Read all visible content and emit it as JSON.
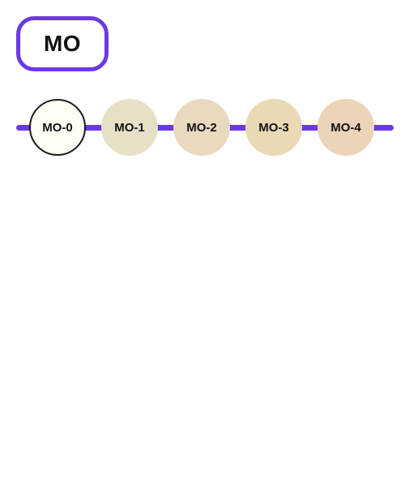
{
  "badge": {
    "label": "MO"
  },
  "colors": {
    "accent": "#6a39e6"
  },
  "steps": [
    {
      "label": "MO-0",
      "color": "#fefef4",
      "active": true
    },
    {
      "label": "MO-1",
      "color": "#e6e0c6",
      "active": false
    },
    {
      "label": "MO-2",
      "color": "#e9d9bf",
      "active": false
    },
    {
      "label": "MO-3",
      "color": "#e9dab5",
      "active": false
    },
    {
      "label": "MO-4",
      "color": "#ebd4b7",
      "active": false
    }
  ]
}
